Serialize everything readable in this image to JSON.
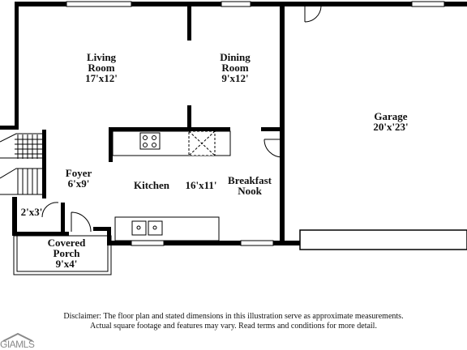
{
  "rooms": {
    "living": {
      "name": "Living Room",
      "line1": "Living",
      "line2": "Room",
      "dims": "17'x12'"
    },
    "dining": {
      "name": "Dining Room",
      "line1": "Dining",
      "line2": "Room",
      "dims": "9'x12'"
    },
    "garage": {
      "name": "Garage",
      "dims": "20'x'23'"
    },
    "foyer": {
      "name": "Foyer",
      "dims": "6'x9'"
    },
    "kitchen": {
      "name": "Kitchen",
      "dims": "16'x11'"
    },
    "breakfast": {
      "line1": "Breakfast",
      "line2": "Nook"
    },
    "closet": {
      "dims": "2'x3'"
    },
    "porch": {
      "line1": "Covered",
      "line2": "Porch",
      "dims": "9'x4'"
    }
  },
  "disclaimer": {
    "line1": "Disclaimer: The floor plan and stated dimensions in this illustration serve as approximate measurements.",
    "line2": "Actual square footage and features may vary. Read terms and conditions for more detail."
  },
  "logo": {
    "text": "GIAMLS",
    "icon": "house-roof-logo-icon"
  }
}
